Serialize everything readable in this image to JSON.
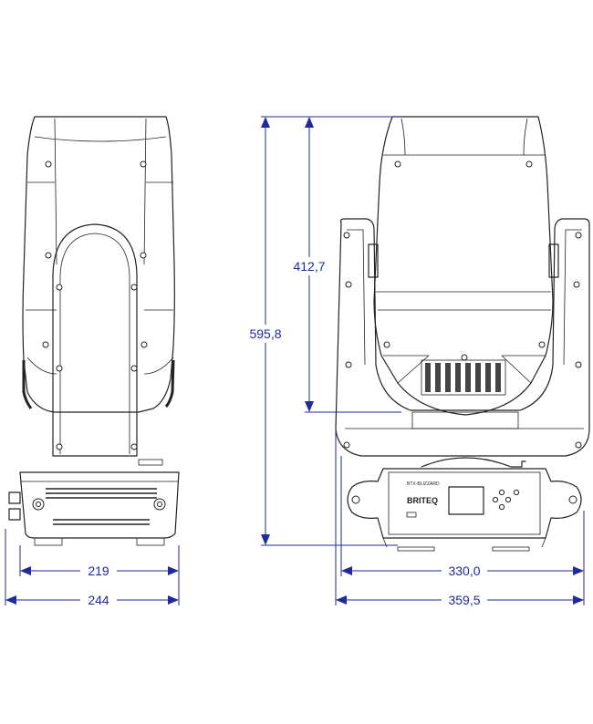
{
  "dimensions": {
    "side_inner_width": "219",
    "side_outer_width": "244",
    "front_head_height": "412,7",
    "total_height": "595,8",
    "front_inner_width": "330,0",
    "front_outer_width": "359,5"
  },
  "panel": {
    "brand": "BRITEQ",
    "model": "BTX-BLIZZARD"
  },
  "colors": {
    "dimension": "#1f2a9c",
    "line": "#222222"
  }
}
